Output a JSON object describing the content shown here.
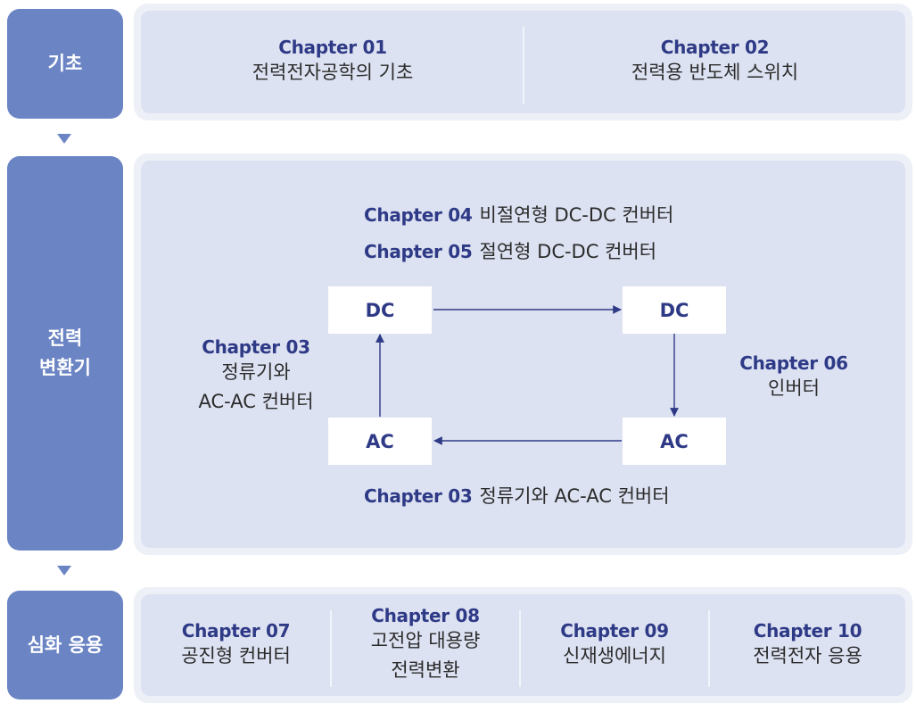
{
  "stages": {
    "basics": "기초",
    "conversion": "전력\n변환기",
    "advanced": "심화 응용"
  },
  "basics": {
    "items": [
      {
        "chapter": "Chapter 01",
        "title": "전력전자공학의 기초"
      },
      {
        "chapter": "Chapter 02",
        "title": "전력용 반도체 스위치"
      }
    ]
  },
  "conversion": {
    "top_rows": [
      {
        "chapter": "Chapter 04",
        "title": "비절연형 DC-DC 컨버터"
      },
      {
        "chapter": "Chapter 05",
        "title": "절연형 DC-DC 컨버터"
      }
    ],
    "bottom_row": {
      "chapter": "Chapter 03",
      "title": "정류기와 AC-AC 컨버터"
    },
    "left_label": {
      "chapter": "Chapter 03",
      "title": "정류기와\nAC-AC 컨버터"
    },
    "right_label": {
      "chapter": "Chapter 06",
      "title": "인버터"
    },
    "nodes": {
      "top_left": "DC",
      "top_right": "DC",
      "bottom_left": "AC",
      "bottom_right": "AC"
    }
  },
  "advanced": {
    "items": [
      {
        "chapter": "Chapter 07",
        "title": "공진형 컨버터"
      },
      {
        "chapter": "Chapter 08",
        "title": "고전압 대용량\n전력변환"
      },
      {
        "chapter": "Chapter 09",
        "title": "신재생에너지"
      },
      {
        "chapter": "Chapter 10",
        "title": "전력전자 응용"
      }
    ]
  },
  "colors": {
    "stage_bg": "#6b84c4",
    "panel_bg": "#dde2f2",
    "panel_border": "#eef0f8",
    "chapter_text": "#2e3a86",
    "arrow": "#2e3a86"
  }
}
